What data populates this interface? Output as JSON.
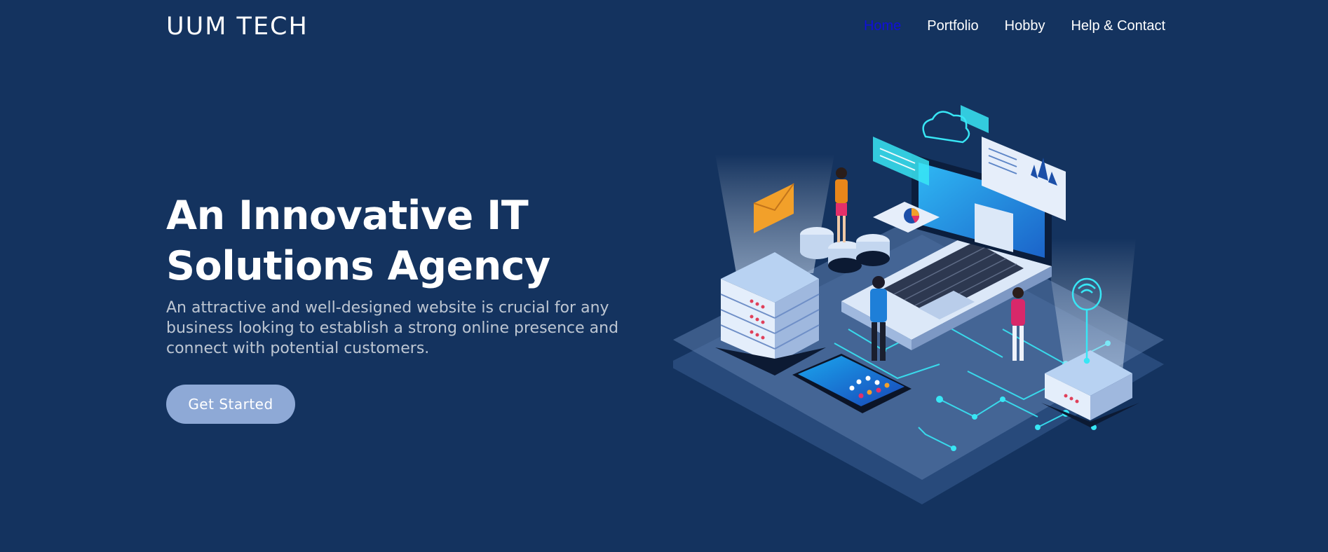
{
  "header": {
    "logo": "UUM TECH",
    "nav": [
      {
        "label": "Home",
        "active": true
      },
      {
        "label": "Portfolio",
        "active": false
      },
      {
        "label": "Hobby",
        "active": false
      },
      {
        "label": "Help & Contact",
        "active": false
      }
    ]
  },
  "hero": {
    "title_line1": "An Innovative IT",
    "title_line2": "Solutions Agency",
    "description": "An attractive and well-designed website is crucial for any business looking to establish a strong online presence and connect with potential customers.",
    "cta_label": "Get Started"
  },
  "colors": {
    "background": "#14335f",
    "nav_active": "#1010d8",
    "cta_background": "#8ea9d6",
    "accent_cyan": "#38e6f5"
  },
  "illustration": {
    "icon": "isometric-it-illustration"
  }
}
